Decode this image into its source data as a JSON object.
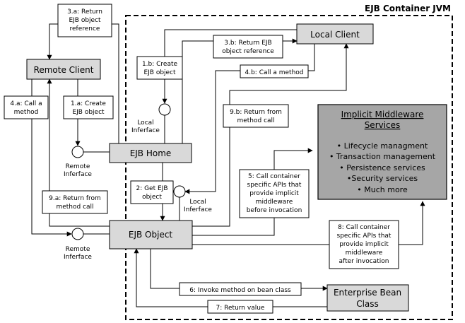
{
  "container": {
    "title": "EJB Container JVM"
  },
  "nodes": {
    "remote_client": "Remote Client",
    "local_client": "Local Client",
    "ejb_home": "EJB Home",
    "ejb_object": "EJB Object",
    "enterprise_bean": [
      "Enterprise Bean",
      "Class"
    ]
  },
  "middleware": {
    "title": [
      "Implicit Middleware",
      "Services"
    ],
    "items": [
      "• Lifecycle managment",
      "• Transaction management",
      "• Persistence services",
      "•Security services",
      "• Much more"
    ]
  },
  "interfaces": {
    "remote_home": [
      "Remote",
      "Inferface"
    ],
    "remote_object": [
      "Remote",
      "Inferface"
    ],
    "local_home": [
      "Local",
      "Inferface"
    ],
    "local_object": [
      "Local",
      "Inferface"
    ]
  },
  "steps": {
    "s1a": [
      "1.a: Create",
      "EJB object"
    ],
    "s1b": [
      "1.b: Create",
      "EJB object"
    ],
    "s2": [
      "2: Get EJB",
      "object"
    ],
    "s3a": [
      "3.a: Return",
      "EJB object",
      "reference"
    ],
    "s3b": [
      "3.b: Return EJB",
      "object reference"
    ],
    "s4a": [
      "4.a: Call a",
      "method"
    ],
    "s4b": [
      "4.b: Call a method"
    ],
    "s5": [
      "5: Call container",
      "specific APIs that",
      "provide implicit",
      "middleware",
      "before invocation"
    ],
    "s6": [
      "6: Invoke method on bean class"
    ],
    "s7": [
      "7: Return value"
    ],
    "s8": [
      "8: Call container",
      "specific APIs that",
      "provide implicit",
      "middleware",
      "after invocation"
    ],
    "s9a": [
      "9.a: Return from",
      "method call"
    ],
    "s9b": [
      "9.b: Return from",
      "method call"
    ]
  }
}
